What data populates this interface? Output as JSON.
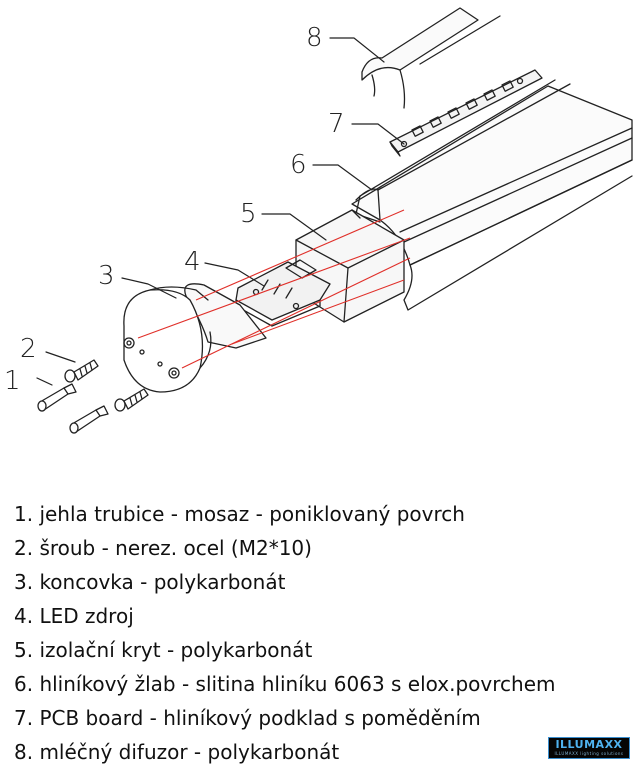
{
  "callouts": [
    {
      "num": "1"
    },
    {
      "num": "2"
    },
    {
      "num": "3"
    },
    {
      "num": "4"
    },
    {
      "num": "5"
    },
    {
      "num": "6"
    },
    {
      "num": "7"
    },
    {
      "num": "8"
    }
  ],
  "legend": [
    "1. jehla trubice - mosaz - poniklovaný povrch",
    "2. šroub - nerez. ocel (M2*10)",
    "3. koncovka - polykarbonát",
    "4. LED zdroj",
    "5. izolační kryt - polykarbonát",
    "6. hliníkový žlab - slitina hliníku 6063 s elox.povrchem",
    "7. PCB board - hliníkový podklad s poměděním",
    "8. mléčný difuzor - polykarbonát"
  ],
  "logo": {
    "text": "ILLUMAXX",
    "tagline": "ILLUMAXX lighting solutions"
  },
  "colors": {
    "line": "#222222",
    "laser": "#e0302a",
    "logo_text": "#4fb3f0"
  }
}
